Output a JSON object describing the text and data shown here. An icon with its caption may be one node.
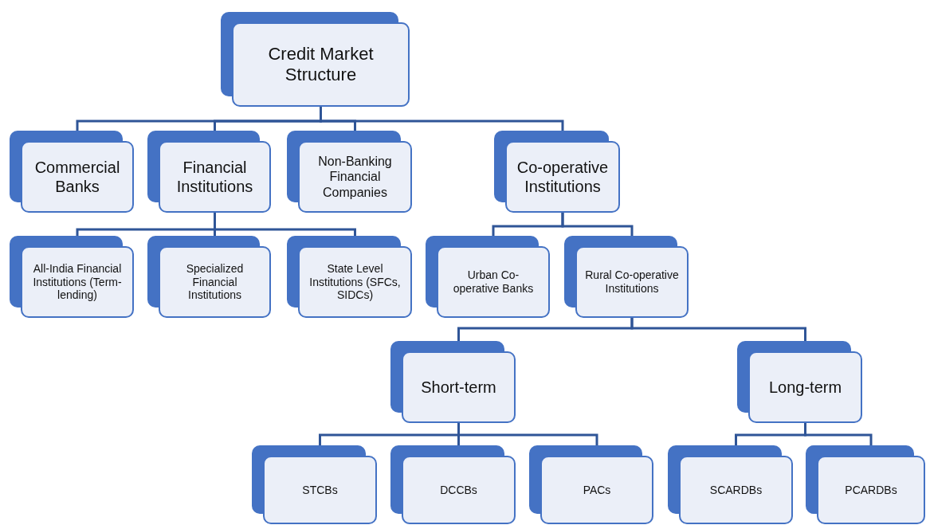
{
  "diagram": {
    "nodes": [
      {
        "text": [
          "Credit Market Structure"
        ]
      },
      {
        "text": [
          "Commercial Banks"
        ]
      },
      {
        "text": [
          "Financial Institutions"
        ]
      },
      {
        "text": [
          "Non-Banking Financial Companies"
        ]
      },
      {
        "text": [
          "Co-operative Institutions"
        ]
      },
      {
        "text": [
          "All-India Financial Institutions (Term-lending)"
        ]
      },
      {
        "text": [
          "Specialized Financial Institutions"
        ]
      },
      {
        "text": [
          "State Level Institutions (SFCs, SIDCs)"
        ]
      },
      {
        "text": [
          "Urban Co-operative Banks"
        ]
      },
      {
        "text": [
          "Rural Co-operative Institutions"
        ]
      },
      {
        "text": [
          "Short-term"
        ]
      },
      {
        "text": [
          "Long-term"
        ]
      },
      {
        "text": [
          "STCBs"
        ]
      },
      {
        "text": [
          "DCCBs"
        ]
      },
      {
        "text": [
          "PACs"
        ]
      },
      {
        "text": [
          "SCARDBs"
        ]
      },
      {
        "text": [
          "PCARDBs"
        ]
      }
    ],
    "edges": [
      {
        "from": 0,
        "to": 1,
        "arrow": "none"
      },
      {
        "from": 0,
        "to": 2,
        "arrow": "none"
      },
      {
        "from": 0,
        "to": 3,
        "arrow": "none"
      },
      {
        "from": 0,
        "to": 4,
        "arrow": "none"
      },
      {
        "from": 2,
        "to": 5,
        "arrow": "none"
      },
      {
        "from": 2,
        "to": 6,
        "arrow": "none"
      },
      {
        "from": 2,
        "to": 7,
        "arrow": "none"
      },
      {
        "from": 4,
        "to": 8,
        "arrow": "none"
      },
      {
        "from": 4,
        "to": 9,
        "arrow": "none"
      },
      {
        "from": 9,
        "to": 10,
        "arrow": "none"
      },
      {
        "from": 9,
        "to": 11,
        "arrow": "none"
      },
      {
        "from": 10,
        "to": 12,
        "arrow": "none"
      },
      {
        "from": 10,
        "to": 13,
        "arrow": "none"
      },
      {
        "from": 10,
        "to": 14,
        "arrow": "none"
      },
      {
        "from": 11,
        "to": 15,
        "arrow": "none"
      },
      {
        "from": 11,
        "to": 16,
        "arrow": "none"
      }
    ]
  }
}
